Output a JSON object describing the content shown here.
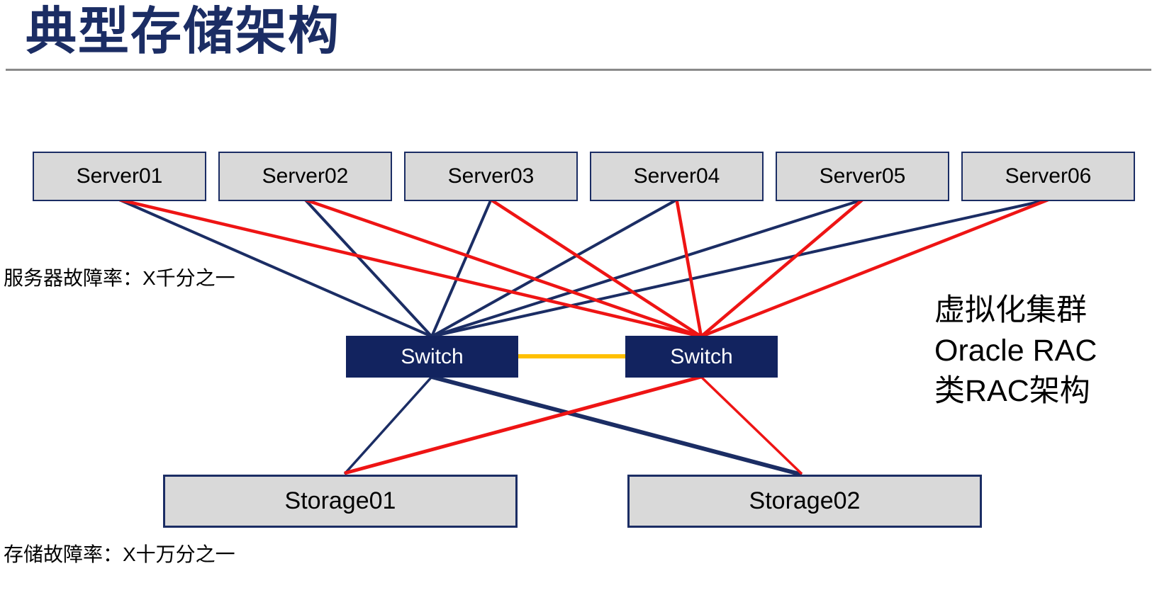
{
  "slide": {
    "title": "典型存储架构",
    "server_failure_note": "服务器故障率：X千分之一",
    "storage_failure_note": "存储故障率：X十万分之一",
    "cluster_note": [
      "虚拟化集群",
      "Oracle RAC",
      "类RAC架构"
    ]
  },
  "diagram": {
    "servers": [
      "Server01",
      "Server02",
      "Server03",
      "Server04",
      "Server05",
      "Server06"
    ],
    "switches": [
      "Switch",
      "Switch"
    ],
    "storages": [
      "Storage01",
      "Storage02"
    ],
    "connections": [
      {
        "from": "Server01",
        "to": "Switch-1",
        "color": "navy"
      },
      {
        "from": "Server02",
        "to": "Switch-1",
        "color": "navy"
      },
      {
        "from": "Server03",
        "to": "Switch-1",
        "color": "navy"
      },
      {
        "from": "Server04",
        "to": "Switch-1",
        "color": "navy"
      },
      {
        "from": "Server05",
        "to": "Switch-1",
        "color": "navy"
      },
      {
        "from": "Server06",
        "to": "Switch-1",
        "color": "navy"
      },
      {
        "from": "Server01",
        "to": "Switch-2",
        "color": "red"
      },
      {
        "from": "Server02",
        "to": "Switch-2",
        "color": "red"
      },
      {
        "from": "Server03",
        "to": "Switch-2",
        "color": "red"
      },
      {
        "from": "Server04",
        "to": "Switch-2",
        "color": "red"
      },
      {
        "from": "Server05",
        "to": "Switch-2",
        "color": "red"
      },
      {
        "from": "Server06",
        "to": "Switch-2",
        "color": "red"
      },
      {
        "from": "Switch-1",
        "to": "Switch-2",
        "color": "yellow"
      },
      {
        "from": "Switch-1",
        "to": "Storage01",
        "color": "navy"
      },
      {
        "from": "Switch-1",
        "to": "Storage02",
        "color": "navy"
      },
      {
        "from": "Switch-2",
        "to": "Storage01",
        "color": "red"
      },
      {
        "from": "Switch-2",
        "to": "Storage02",
        "color": "red"
      }
    ]
  },
  "colors": {
    "navy": "#1b2d64",
    "switch_fill": "#12235f",
    "red": "#ee1414",
    "yellow": "#ffc000",
    "node_fill": "#d9d9d9",
    "divider_gray": "#8a8a8a",
    "text_black": "#000000",
    "switch_text": "#ffffff"
  }
}
